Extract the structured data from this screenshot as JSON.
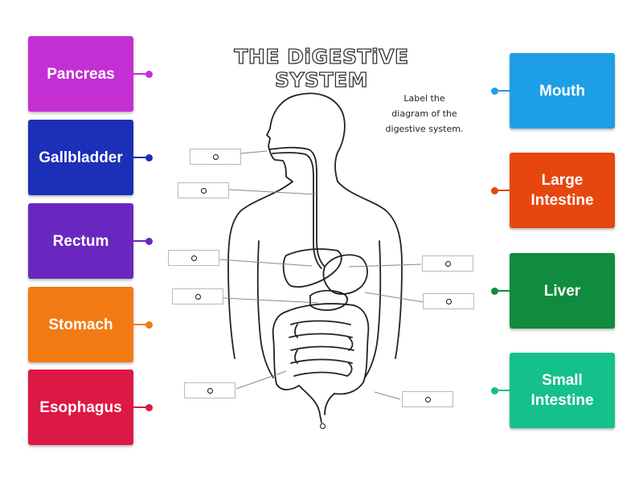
{
  "title": "THE DiGESTiVE SYSTEM",
  "instruction": "Label the diagram of the digestive system.",
  "left_cards": [
    {
      "label": "Pancreas",
      "color": "#c430d4"
    },
    {
      "label": "Gallbladder",
      "color": "#1b2fb8"
    },
    {
      "label": "Rectum",
      "color": "#6a27bf"
    },
    {
      "label": "Stomach",
      "color": "#f27a13"
    },
    {
      "label": "Esophagus",
      "color": "#dc1845"
    }
  ],
  "right_cards": [
    {
      "label": "Mouth",
      "color": "#1e9ee6"
    },
    {
      "label": "Large Intestine",
      "color": "#e8460f"
    },
    {
      "label": "Liver",
      "color": "#0f8c3e"
    },
    {
      "label": "Small Intestine",
      "color": "#16c08a"
    }
  ],
  "target_count": 9,
  "icons": {
    "target_marker": "circle-marker-icon",
    "connector_dot": "dot-icon"
  }
}
